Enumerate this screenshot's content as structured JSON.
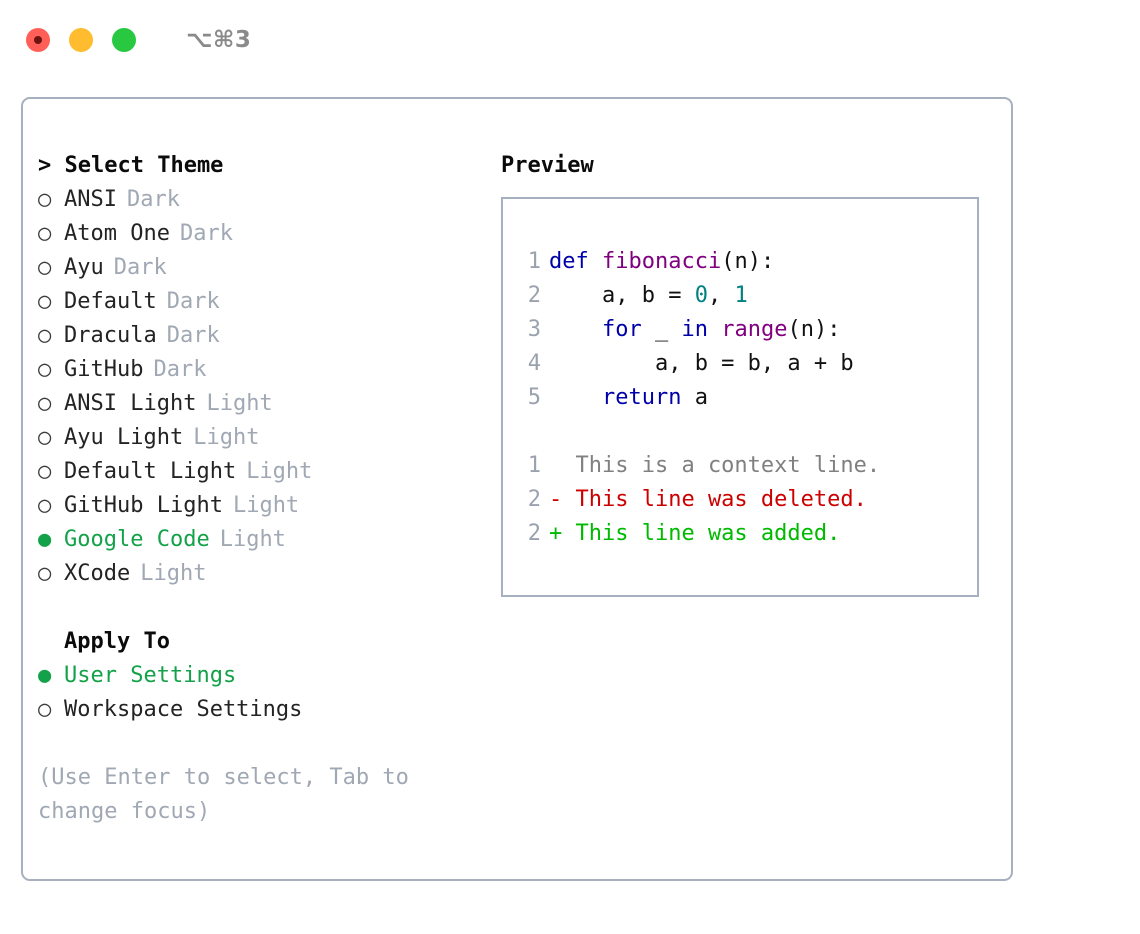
{
  "titlebar": {
    "shortcut": "⌥⌘3",
    "buttons": [
      {
        "name": "close",
        "color": "#FF5F57"
      },
      {
        "name": "minimize",
        "color": "#FEBC2E"
      },
      {
        "name": "maximize",
        "color": "#28C840"
      }
    ]
  },
  "left": {
    "heading": "> Select Theme",
    "themes": [
      {
        "marker": "○",
        "name": "ANSI",
        "category": "Dark",
        "selected": false
      },
      {
        "marker": "○",
        "name": "Atom One",
        "category": "Dark",
        "selected": false
      },
      {
        "marker": "○",
        "name": "Ayu",
        "category": "Dark",
        "selected": false
      },
      {
        "marker": "○",
        "name": "Default",
        "category": "Dark",
        "selected": false
      },
      {
        "marker": "○",
        "name": "Dracula",
        "category": "Dark",
        "selected": false
      },
      {
        "marker": "○",
        "name": "GitHub",
        "category": "Dark",
        "selected": false
      },
      {
        "marker": "○",
        "name": "ANSI Light",
        "category": "Light",
        "selected": false
      },
      {
        "marker": "○",
        "name": "Ayu Light",
        "category": "Light",
        "selected": false
      },
      {
        "marker": "○",
        "name": "Default Light",
        "category": "Light",
        "selected": false
      },
      {
        "marker": "○",
        "name": "GitHub Light",
        "category": "Light",
        "selected": false
      },
      {
        "marker": "●",
        "name": "Google Code",
        "category": "Light",
        "selected": true
      },
      {
        "marker": "○",
        "name": "XCode",
        "category": "Light",
        "selected": false
      }
    ],
    "apply_to_label": "Apply To",
    "apply_to": [
      {
        "marker": "●",
        "name": "User Settings",
        "selected": true
      },
      {
        "marker": "○",
        "name": "Workspace Settings",
        "selected": false
      }
    ],
    "hint": "(Use Enter to select, Tab to change focus)"
  },
  "right": {
    "heading": "Preview",
    "code_lines": [
      {
        "no": "1",
        "tokens": [
          {
            "t": "def",
            "c": "t-kw"
          },
          {
            "t": " ",
            "c": "t-pl"
          },
          {
            "t": "fibonacci",
            "c": "t-fn"
          },
          {
            "t": "(n):",
            "c": "t-pl"
          }
        ]
      },
      {
        "no": "2",
        "tokens": [
          {
            "t": "    a, b = ",
            "c": "t-pl"
          },
          {
            "t": "0",
            "c": "t-num"
          },
          {
            "t": ", ",
            "c": "t-pl"
          },
          {
            "t": "1",
            "c": "t-num"
          }
        ]
      },
      {
        "no": "3",
        "tokens": [
          {
            "t": "    ",
            "c": "t-pl"
          },
          {
            "t": "for",
            "c": "t-kw"
          },
          {
            "t": " _ ",
            "c": "t-pl"
          },
          {
            "t": "in",
            "c": "t-kw"
          },
          {
            "t": " ",
            "c": "t-pl"
          },
          {
            "t": "range",
            "c": "t-fn"
          },
          {
            "t": "(n):",
            "c": "t-pl"
          }
        ]
      },
      {
        "no": "4",
        "tokens": [
          {
            "t": "        a, b = b, a + b",
            "c": "t-pl"
          }
        ]
      },
      {
        "no": "5",
        "tokens": [
          {
            "t": "    ",
            "c": "t-pl"
          },
          {
            "t": "return",
            "c": "t-kw"
          },
          {
            "t": " a",
            "c": "t-pl"
          }
        ]
      }
    ],
    "diff_lines": [
      {
        "no": "1",
        "text": "  This is a context line.",
        "cls": "d-ctx"
      },
      {
        "no": "2",
        "text": "- This line was deleted.",
        "cls": "d-del"
      },
      {
        "no": "2",
        "text": "+ This line was added.",
        "cls": "d-add"
      }
    ]
  },
  "colors": {
    "accent_green": "#13A24A",
    "border": "#A7B0BF",
    "muted": "#A0A8B4",
    "keyword": "#0000AA",
    "function": "#800080",
    "number": "#008080",
    "diff_added": "#00B900",
    "diff_deleted": "#CC0000",
    "diff_context": "#808080"
  }
}
